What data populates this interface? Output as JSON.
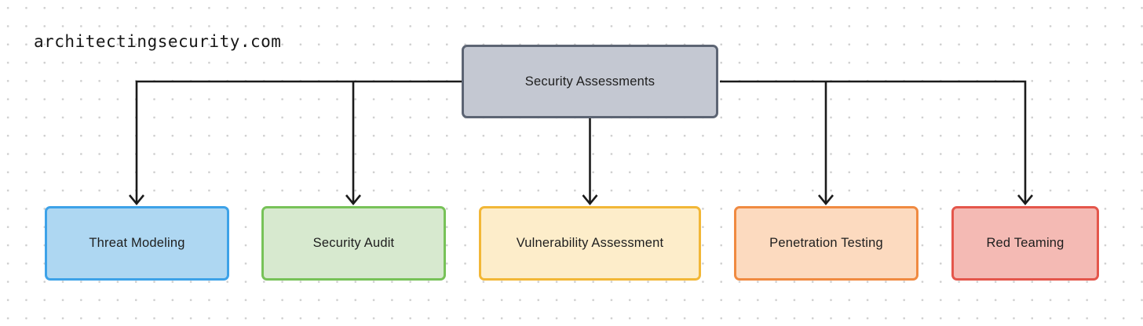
{
  "watermark": "architectingsecurity.com",
  "diagram": {
    "root": {
      "label": "Security Assessments",
      "fill": "#c4c8d2",
      "border": "#5d6574"
    },
    "children": [
      {
        "label": "Threat Modeling",
        "fill": "#aed7f2",
        "border": "#3da2e8"
      },
      {
        "label": "Security Audit",
        "fill": "#d7e9cf",
        "border": "#77c258"
      },
      {
        "label": "Vulnerability Assessment",
        "fill": "#fdedca",
        "border": "#f2b737"
      },
      {
        "label": "Penetration Testing",
        "fill": "#fcdabf",
        "border": "#f08a41"
      },
      {
        "label": "Red Teaming",
        "fill": "#f4bab4",
        "border": "#e4564b"
      }
    ],
    "connector_color": "#1b1b1b",
    "background_dot_color": "#cfcfcf"
  }
}
